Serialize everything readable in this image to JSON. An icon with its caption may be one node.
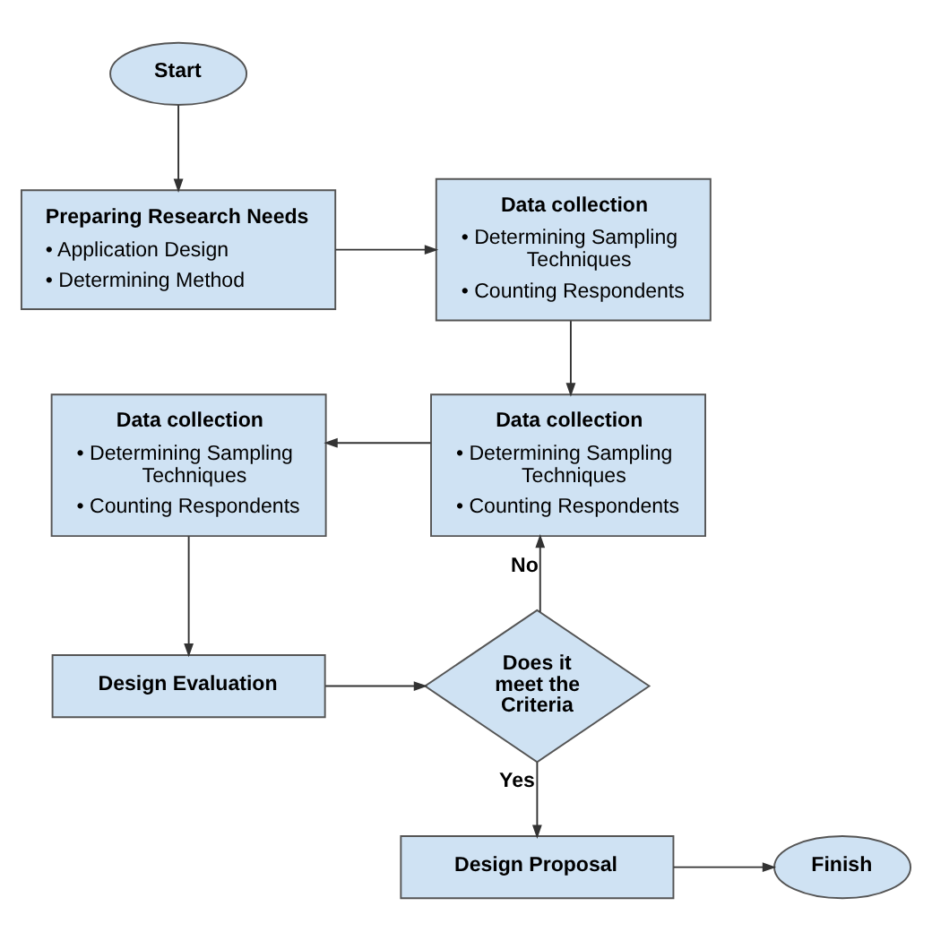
{
  "diagram": {
    "nodes": [
      {
        "text": [
          "Start"
        ]
      },
      {
        "text": [
          "Preparing Research Needs",
          "• Application Design",
          "• Determining Method"
        ]
      },
      {
        "text": [
          "Data collection",
          "• Determining Sampling Techniques",
          "• Counting Respondents"
        ]
      },
      {
        "text": [
          "Data collection",
          "• Determining Sampling Techniques",
          "• Counting Respondents"
        ]
      },
      {
        "text": [
          "Data collection",
          "• Determining Sampling Techniques",
          "• Counting Respondents"
        ]
      },
      {
        "text": [
          "Design Evaluation"
        ]
      },
      {
        "text": [
          "Does it meet the Criteria"
        ]
      },
      {
        "text": [
          "Design Proposal"
        ]
      },
      {
        "text": [
          "Finish"
        ]
      }
    ],
    "edges": [
      {
        "from": 0,
        "to": 1,
        "arrow": "to"
      },
      {
        "from": 1,
        "to": 2,
        "arrow": "to"
      },
      {
        "from": 2,
        "to": 3,
        "arrow": "to"
      },
      {
        "from": 3,
        "to": 4,
        "arrow": "to"
      },
      {
        "from": 4,
        "to": 5,
        "arrow": "to"
      },
      {
        "from": 5,
        "to": 6,
        "arrow": "to"
      },
      {
        "from": 6,
        "to": 3,
        "arrow": "to",
        "label": "No"
      },
      {
        "from": 6,
        "to": 7,
        "arrow": "to",
        "label": "Yes"
      },
      {
        "from": 7,
        "to": 8,
        "arrow": "to"
      }
    ]
  }
}
